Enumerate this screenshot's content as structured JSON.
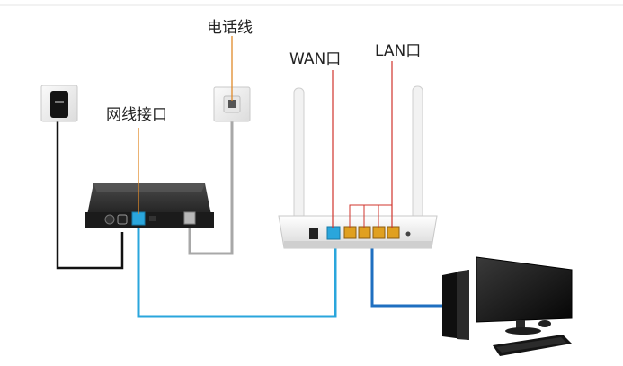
{
  "labels": {
    "phone_line": "电话线",
    "network_port": "网线接口",
    "wan_port": "WAN口",
    "lan_port": "LAN口"
  },
  "colors": {
    "ethernet_cable": "#2aa6dc",
    "lan_cable": "#1f6fc0",
    "phone_cable": "#a8a8a8",
    "power_cable": "#111111",
    "pointer_orange": "#e08a2a",
    "pointer_red": "#d0342c",
    "port_yellow": "#e0a020"
  },
  "icons": [
    "power-adapter-icon",
    "phone-wall-jack-icon",
    "modem-icon",
    "router-icon",
    "desktop-computer-icon"
  ]
}
